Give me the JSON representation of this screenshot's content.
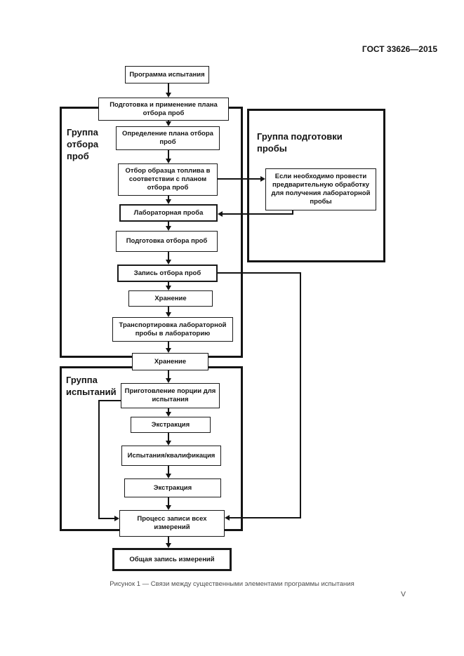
{
  "page": {
    "header": "ГОСТ 33626—2015",
    "caption": "Рисунок 1 — Связи между существенными элементами программы испытания",
    "page_number": "V"
  },
  "groups": {
    "sampling_label": "Группа отбора проб",
    "preparation_label": "Группа подготовки пробы",
    "testing_label": "Группа испытаний"
  },
  "nodes": {
    "program": "Программа испытания",
    "plan_prep": "Подготовка и применение плана отбора проб",
    "plan_def": "Определение плана отбора проб",
    "fuel_sampling": "Отбор образца топлива в соответствии с планом отбора проб",
    "lab_sample": "Лабораторная проба",
    "sampling_prep": "Подготовка отбора проб",
    "sampling_record": "Запись отбора проб",
    "storage1": "Хранение",
    "transport": "Транспортировка лабораторной пробы в лабораторию",
    "storage2": "Хранение",
    "portion_prep": "Приготовление порции для испытания",
    "extraction1": "Экстракция",
    "test_qualification": "Испытания/квалификация",
    "extraction2": "Экстракция",
    "record_process": "Процесс записи всех измерений",
    "total_record": "Общая запись измерений",
    "pretreatment": "Если необходимо провести предварительную обработку для получения лабораторной пробы"
  }
}
